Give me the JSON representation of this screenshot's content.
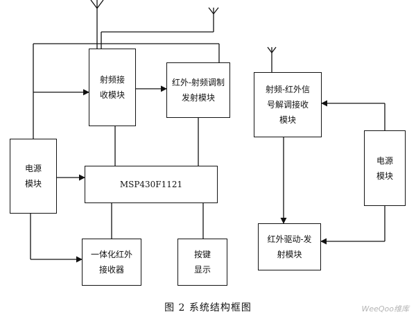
{
  "blocks": {
    "rf_receiver": "射频接\n收模块",
    "ir_rf_transmitter": "红外-射频调制\n发射模块",
    "rf_ir_receiver": "射频-红外信\n号解调接收\n模块",
    "power_left": "电源\n模块",
    "mcu": "MSP430F1121",
    "integrated_ir_receiver": "一体化红外\n接收器",
    "keys_display": "按键\n显示",
    "power_right": "电源\n模块",
    "ir_driver_transmitter": "红外驱动-发\n射模块"
  },
  "caption": "图 2 系统结构框图",
  "watermark": "WeeQoo维库"
}
